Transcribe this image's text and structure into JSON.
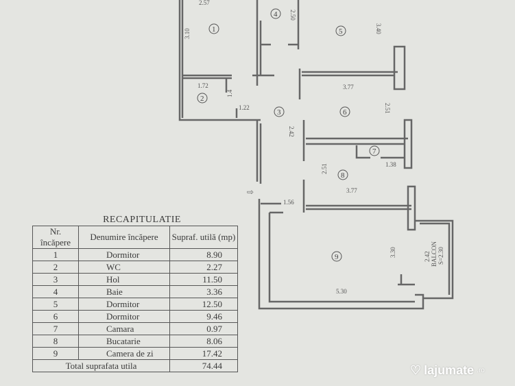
{
  "plan": {
    "rooms": [
      {
        "number": "1",
        "dims": [
          "2.57",
          "3.10"
        ]
      },
      {
        "number": "2",
        "dims": [
          "1.72",
          "1.4"
        ]
      },
      {
        "number": "3",
        "dims": [
          "1.22",
          "2.42"
        ]
      },
      {
        "number": "4",
        "dims": [
          "2.50"
        ]
      },
      {
        "number": "5",
        "dims": [
          "3.40"
        ]
      },
      {
        "number": "6",
        "dims": [
          "3.77",
          "2.51"
        ]
      },
      {
        "number": "7",
        "dims": [
          "1.38"
        ]
      },
      {
        "number": "8",
        "dims": [
          "3.77",
          "2.51"
        ]
      },
      {
        "number": "9",
        "dims": [
          "5.30",
          "3.30",
          "1.56"
        ]
      }
    ],
    "balcony": {
      "label": "BALCON",
      "dims": [
        "2.42",
        "S=2.30"
      ]
    }
  },
  "recap": {
    "title": "RECAPITULATIE",
    "headers": [
      "Nr. încăpere",
      "Denumire încăpere",
      "Supraf. utilă (mp)"
    ],
    "rows": [
      [
        "1",
        "Dormitor",
        "8.90"
      ],
      [
        "2",
        "WC",
        "2.27"
      ],
      [
        "3",
        "Hol",
        "11.50"
      ],
      [
        "4",
        "Baie",
        "3.36"
      ],
      [
        "5",
        "Dormitor",
        "12.50"
      ],
      [
        "6",
        "Dormitor",
        "9.46"
      ],
      [
        "7",
        "Camara",
        "0.97"
      ],
      [
        "8",
        "Bucatarie",
        "8.06"
      ],
      [
        "9",
        "Camera de zi",
        "17.42"
      ]
    ],
    "total": {
      "label": "Total suprafata utila",
      "value": "74.44"
    }
  },
  "watermark": {
    "brand": "lajumate",
    "suffix": ".ro",
    "icon": "heart-check-icon"
  },
  "colors": {
    "paper": "#e4e5e1",
    "ink": "#555555"
  }
}
